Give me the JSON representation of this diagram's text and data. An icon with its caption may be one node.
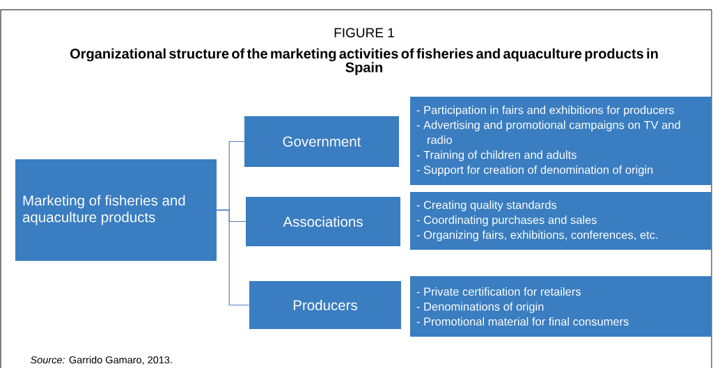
{
  "diagram": {
    "title": "Organizational structure of the marketing activities of fisheries and aquaculture products in Spain",
    "caption": "*Source:* Garrido Gamaro, 2013.",
    "labels": [
      "FIGURE 1"
    ],
    "nodes": [
      {
        "text": [
          "Marketing of fisheries and aquaculture products"
        ]
      },
      {
        "text": [
          "Government"
        ]
      },
      {
        "text": [
          "Associations"
        ]
      },
      {
        "text": [
          "Producers"
        ]
      },
      {
        "text": [
          "- Participation in fairs and exhibitions for producers",
          "- Advertising and promotional campaigns on TV and radio",
          "- Training of children and adults",
          "- Support for creation of denomination of origin"
        ]
      },
      {
        "text": [
          "- Creating quality standards",
          "- Coordinating purchases and sales",
          "- Organizing fairs, exhibitions, conferences, etc."
        ]
      },
      {
        "text": [
          "- Private certification for retailers",
          "- Denominations of origin",
          "- Promotional material for final consumers"
        ]
      }
    ],
    "edges": [
      {
        "from": 0,
        "to": 1,
        "arrow": "none"
      },
      {
        "from": 0,
        "to": 2,
        "arrow": "none"
      },
      {
        "from": 0,
        "to": 3,
        "arrow": "none"
      }
    ]
  }
}
